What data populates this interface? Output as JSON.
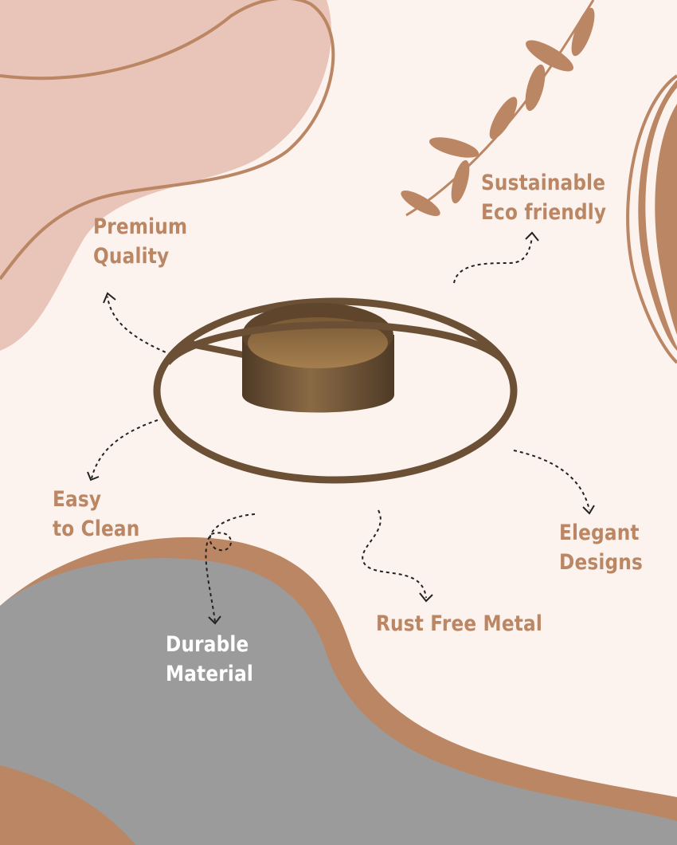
{
  "features": {
    "premium_quality": {
      "line1": "Premium",
      "line2": "Quality"
    },
    "sustainable": {
      "line1": "Sustainable",
      "line2": "Eco friendly"
    },
    "easy_clean": {
      "line1": "Easy",
      "line2": "to Clean"
    },
    "elegant": {
      "line1": "Elegant",
      "line2": "Designs"
    },
    "durable": {
      "line1": "Durable",
      "line2": "Material"
    },
    "rust_free": {
      "line1": "Rust Free Metal"
    }
  },
  "colors": {
    "background": "#fcf3ee",
    "blush": "#e8c5b8",
    "accent_brown": "#bb8664",
    "grey": "#9b9b9b",
    "metal": "#6b5036"
  },
  "product": {
    "name": "tealight-candle-holder"
  },
  "icons": [
    "leaf-branch-icon",
    "dashed-arrow-icon"
  ]
}
